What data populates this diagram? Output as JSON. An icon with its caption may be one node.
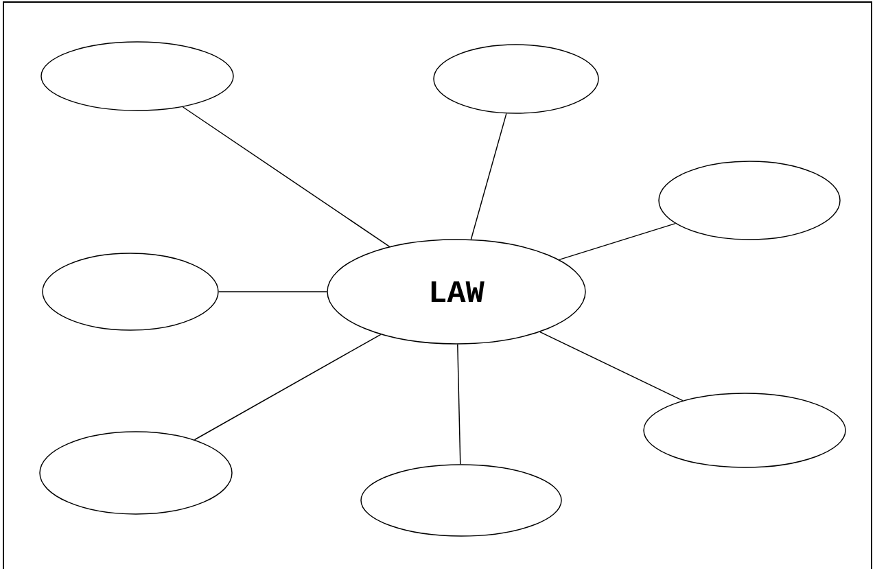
{
  "diagram": {
    "nodes": [
      {
        "text": [
          "LAW"
        ]
      },
      {
        "text": [],
        "shape": "ellipse"
      },
      {
        "text": [],
        "shape": "ellipse"
      },
      {
        "text": [],
        "shape": "ellipse"
      },
      {
        "text": [],
        "shape": "ellipse"
      },
      {
        "text": [],
        "shape": "ellipse"
      },
      {
        "text": [],
        "shape": "ellipse"
      },
      {
        "text": [],
        "shape": "ellipse"
      }
    ],
    "edges": [
      {
        "from": 0,
        "to": 1,
        "arrow": "none"
      },
      {
        "from": 0,
        "to": 2,
        "arrow": "none"
      },
      {
        "from": 0,
        "to": 3,
        "arrow": "none"
      },
      {
        "from": 0,
        "to": 4,
        "arrow": "none"
      },
      {
        "from": 0,
        "to": 5,
        "arrow": "none"
      },
      {
        "from": 0,
        "to": 6,
        "arrow": "none"
      },
      {
        "from": 0,
        "to": 7,
        "arrow": "none"
      }
    ]
  }
}
